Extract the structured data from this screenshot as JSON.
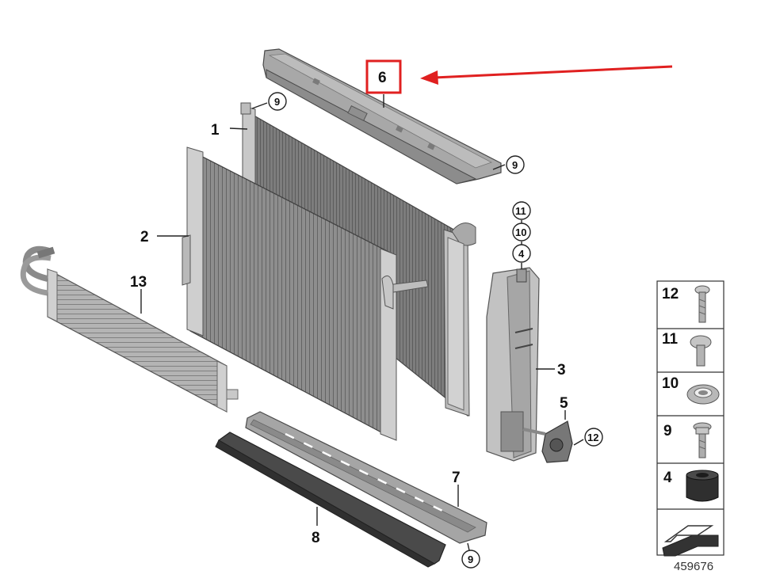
{
  "diagram": {
    "callouts": {
      "c1": "1",
      "c2": "2",
      "c3": "3",
      "c5": "5",
      "c6": "6",
      "c7": "7",
      "c8": "8",
      "c13": "13"
    },
    "circled": {
      "c9a": "9",
      "c9b": "9",
      "c9c": "9",
      "c11": "11",
      "c10": "10",
      "c4": "4",
      "c12": "12"
    },
    "highlight_color": "#e02020",
    "arrow_color": "#e02020",
    "legend": {
      "items": [
        {
          "number": "12",
          "icon": "screw-round-head-icon"
        },
        {
          "number": "11",
          "icon": "expanding-rivet-icon"
        },
        {
          "number": "10",
          "icon": "grommet-ring-icon"
        },
        {
          "number": "9",
          "icon": "screw-collar-icon"
        },
        {
          "number": "4",
          "icon": "rubber-mount-icon"
        }
      ],
      "direction_icon": "direction-of-travel-arrow-icon"
    },
    "reference_number": "459676"
  }
}
